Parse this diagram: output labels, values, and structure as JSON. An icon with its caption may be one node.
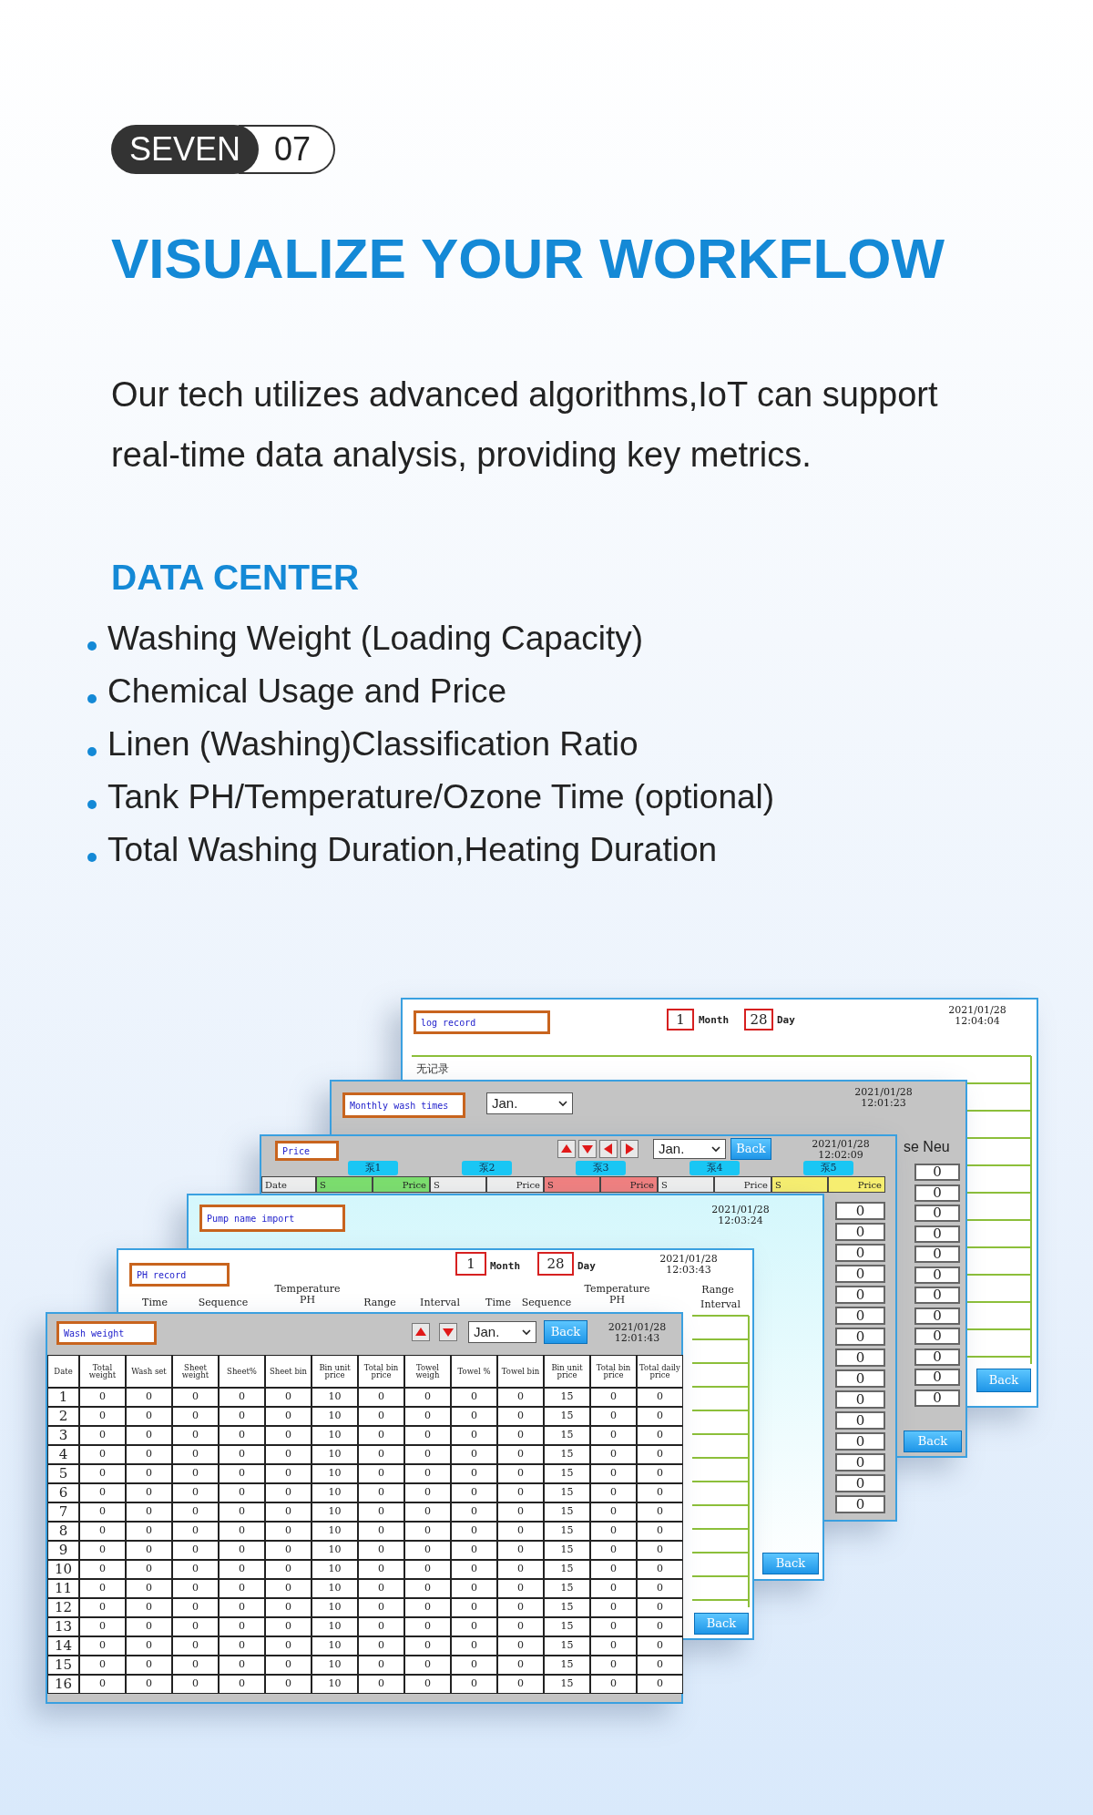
{
  "diagram": {
    "title": "VISUALIZE YOUR WORKFLOW",
    "labels": [
      "SEVEN",
      "07",
      "Our tech utilizes advanced algorithms,IoT can support real-time data analysis, providing key metrics.",
      "DATA CENTER",
      "Washing Weight (Loading Capacity)",
      "Chemical Usage and Price",
      "Linen (Washing)Classification Ratio",
      "Tank PH/Temperature/Ozone Time (optional)",
      "Total Washing Duration,Heating Duration",
      "log record",
      "1",
      "Month",
      "28",
      "Day",
      "2021/01/28 12:04:04",
      "无记录",
      "Back",
      "Monthly wash times",
      "Jan.",
      "2021/01/28 12:01:23",
      "se Neu",
      "0",
      "0",
      "0",
      "0",
      "0",
      "0",
      "0",
      "0",
      "0",
      "0",
      "0",
      "0",
      "Back",
      "Price",
      "Jan.",
      "Back",
      "2021/01/28 12:02:09",
      "泵1",
      "泵2",
      "泵3",
      "泵4",
      "泵5",
      "Date",
      "S",
      "Price",
      "S",
      "Price",
      "S",
      "Price",
      "S",
      "Price",
      "S",
      "Price",
      "0",
      "0",
      "0",
      "0",
      "0",
      "0",
      "0",
      "0",
      "0",
      "0",
      "0",
      "0",
      "0",
      "0",
      "0",
      "Pump name import",
      "2021/01/28 12:03:24",
      "Back",
      "PH record",
      "1",
      "Month",
      "28",
      "Day",
      "2021/01/28 12:03:43",
      "Time",
      "Sequence",
      "Temperature PH",
      "Range",
      "Interval",
      "Time",
      "Sequence",
      "Temperature PH",
      "Range",
      "Interval",
      "Back",
      "Wash weight",
      "Jan.",
      "Back",
      "2021/01/28 12:01:43",
      "Date",
      "Total weight",
      "Wash set",
      "Sheet weight",
      "Sheet%",
      "Sheet bin",
      "Bin unit price",
      "Total bin price",
      "Towel weigh",
      "Towel %",
      "Towel bin",
      "Bin unit price",
      "Total bin price",
      "Total daily price",
      "1",
      "0",
      "0",
      "0",
      "0",
      "0",
      "10",
      "0",
      "0",
      "0",
      "0",
      "15",
      "0",
      "0",
      "2",
      "0",
      "0",
      "0",
      "0",
      "0",
      "10",
      "0",
      "0",
      "0",
      "0",
      "15",
      "0",
      "0",
      "3",
      "0",
      "0",
      "0",
      "0",
      "0",
      "10",
      "0",
      "0",
      "0",
      "0",
      "15",
      "0",
      "0",
      "4",
      "0",
      "0",
      "0",
      "0",
      "0",
      "10",
      "0",
      "0",
      "0",
      "0",
      "15",
      "0",
      "0",
      "5",
      "0",
      "0",
      "0",
      "0",
      "0",
      "10",
      "0",
      "0",
      "0",
      "0",
      "15",
      "0",
      "0",
      "6",
      "0",
      "0",
      "0",
      "0",
      "0",
      "10",
      "0",
      "0",
      "0",
      "0",
      "15",
      "0",
      "0",
      "7",
      "0",
      "0",
      "0",
      "0",
      "0",
      "10",
      "0",
      "0",
      "0",
      "0",
      "15",
      "0",
      "0",
      "8",
      "0",
      "0",
      "0",
      "0",
      "0",
      "10",
      "0",
      "0",
      "0",
      "0",
      "15",
      "0",
      "0",
      "9",
      "0",
      "0",
      "0",
      "0",
      "0",
      "10",
      "0",
      "0",
      "0",
      "0",
      "15",
      "0",
      "0",
      "10",
      "0",
      "0",
      "0",
      "0",
      "0",
      "10",
      "0",
      "0",
      "0",
      "0",
      "15",
      "0",
      "0",
      "11",
      "0",
      "0",
      "0",
      "0",
      "0",
      "10",
      "0",
      "0",
      "0",
      "0",
      "15",
      "0",
      "0",
      "12",
      "0",
      "0",
      "0",
      "0",
      "0",
      "10",
      "0",
      "0",
      "0",
      "0",
      "15",
      "0",
      "0",
      "13",
      "0",
      "0",
      "0",
      "0",
      "0",
      "10",
      "0",
      "0",
      "0",
      "0",
      "15",
      "0",
      "0",
      "14",
      "0",
      "0",
      "0",
      "0",
      "0",
      "10",
      "0",
      "0",
      "0",
      "0",
      "15",
      "0",
      "0",
      "15",
      "0",
      "0",
      "0",
      "0",
      "0",
      "10",
      "0",
      "0",
      "0",
      "0",
      "15",
      "0",
      "0",
      "16",
      "0",
      "0",
      "0",
      "0",
      "0",
      "10",
      "0",
      "0",
      "0",
      "0",
      "15",
      "0",
      "0"
    ]
  }
}
